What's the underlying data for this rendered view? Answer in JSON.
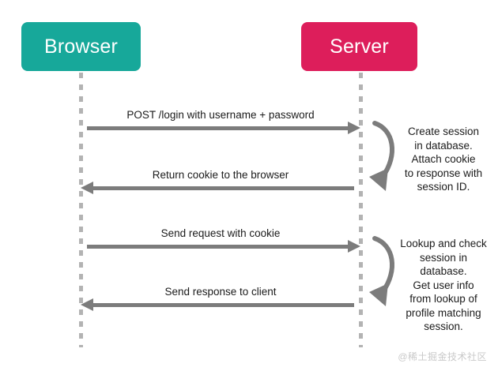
{
  "diagram": {
    "type": "sequence-diagram",
    "background_color": "#ffffff",
    "participants": [
      {
        "id": "browser",
        "label": "Browser",
        "color": "#17a89a"
      },
      {
        "id": "server",
        "label": "Server",
        "color": "#dd1e5b"
      }
    ],
    "messages": [
      {
        "label": "POST /login with username + password",
        "direction": "right",
        "from": "browser",
        "to": "server"
      },
      {
        "label": "Return cookie to the browser",
        "direction": "left",
        "from": "server",
        "to": "browser"
      },
      {
        "label": "Send request with cookie",
        "direction": "right",
        "from": "browser",
        "to": "server"
      },
      {
        "label": "Send response to client",
        "direction": "left",
        "from": "server",
        "to": "browser"
      }
    ],
    "notes": [
      {
        "id": "note-1",
        "text": "Create session\nin database.\nAttach cookie\nto response with\nsession ID.",
        "attached_to": "server"
      },
      {
        "id": "note-2",
        "text": "Lookup and check\nsession in\ndatabase.\nGet user info\nfrom lookup of\nprofile matching\nsession.",
        "attached_to": "server"
      }
    ],
    "arrow_color": "#7c7c7c",
    "lifeline_color": "#b3b3b3",
    "text_color": "#1b1b1b"
  },
  "watermark": {
    "text": "@稀土掘金技术社区",
    "color": "#c9c9c9"
  }
}
